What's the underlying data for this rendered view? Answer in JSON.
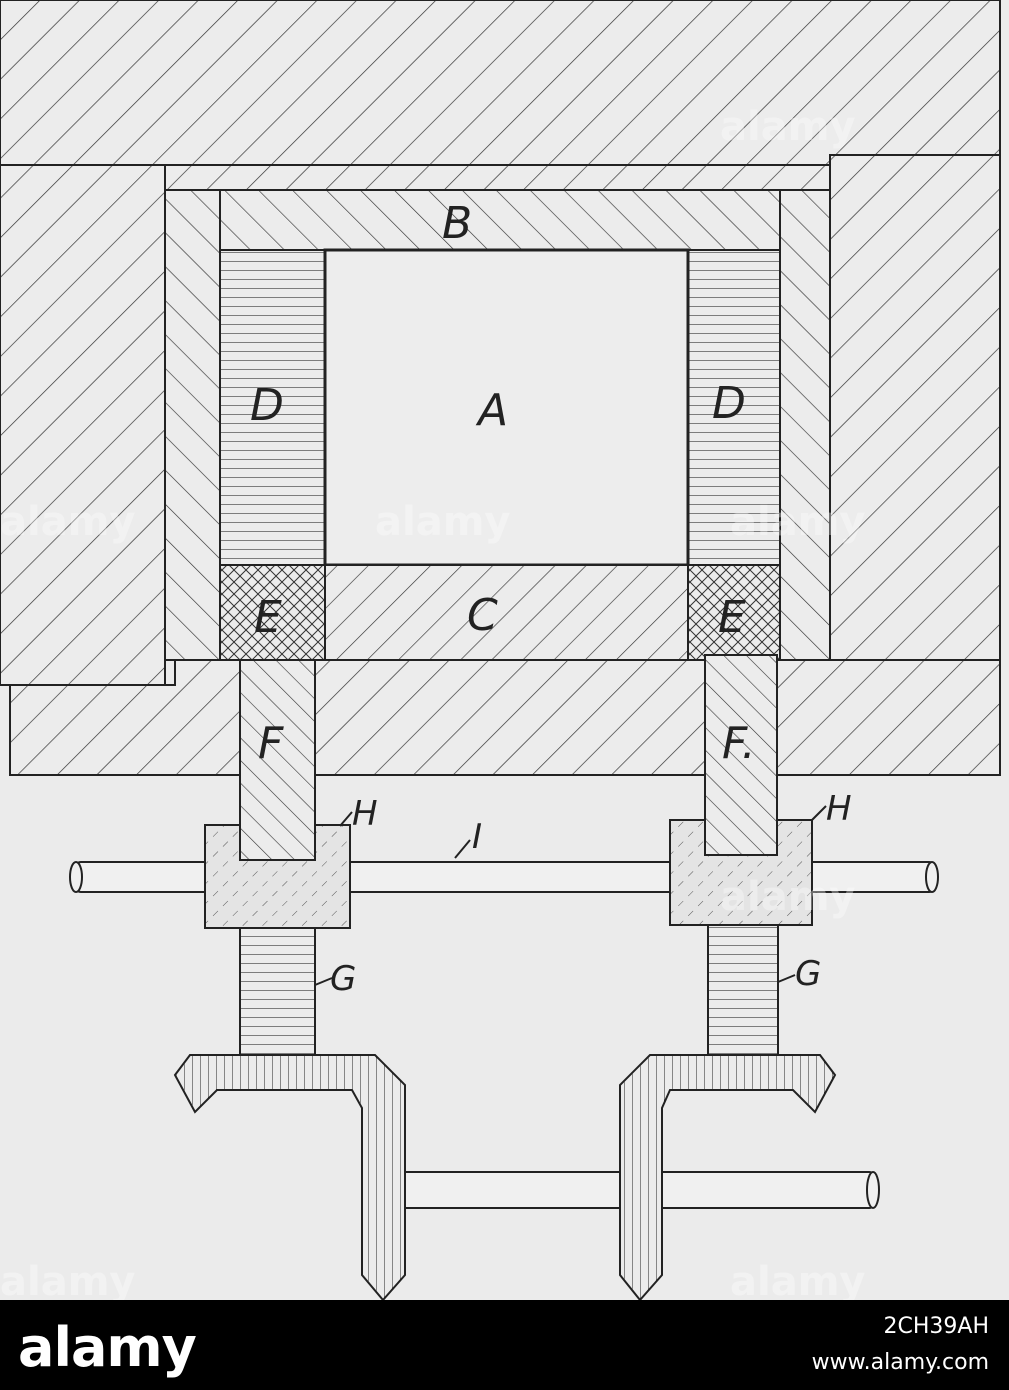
{
  "diagram": {
    "labels": {
      "a": "A",
      "b": "B",
      "c": "C",
      "d_left": "D",
      "d_right": "D",
      "e_left": "E",
      "e_right": "E",
      "f_left": "F",
      "f_right": "F.",
      "g_left": "G",
      "g_right": "G",
      "h_left": "H",
      "h_right": "H",
      "i": "I"
    }
  },
  "watermark": "alamy",
  "footer": {
    "logo": "alamy",
    "image_code": "2CH39AH",
    "url": "www.alamy.com"
  }
}
